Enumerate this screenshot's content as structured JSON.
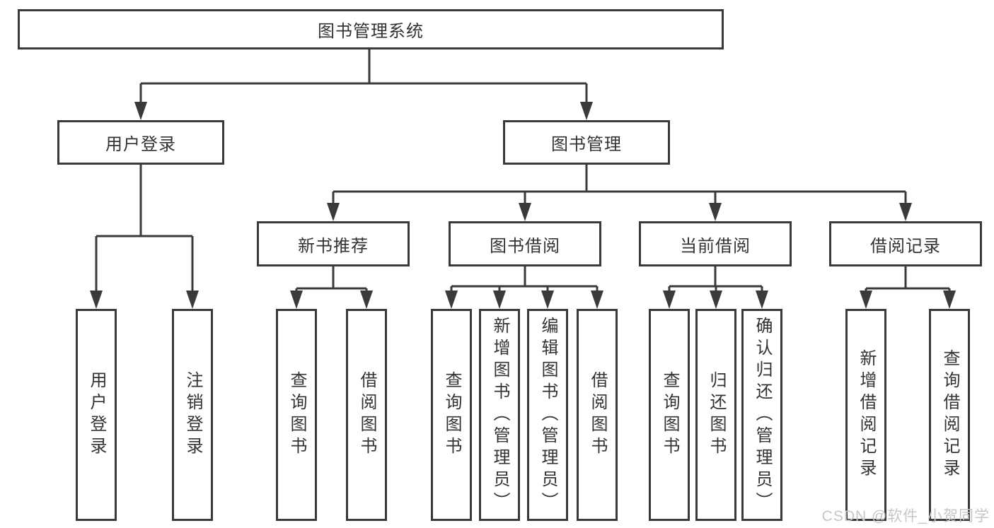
{
  "diagram": {
    "root": {
      "label": "图书管理系统"
    },
    "branches": [
      {
        "label": "用户登录",
        "children": [
          {
            "label": "用户登录"
          },
          {
            "label": "注销登录"
          }
        ]
      },
      {
        "label": "图书管理",
        "children": [
          {
            "label": "新书推荐",
            "children": [
              {
                "label": "查询图书"
              },
              {
                "label": "借阅图书"
              }
            ]
          },
          {
            "label": "图书借阅",
            "children": [
              {
                "label": "查询图书"
              },
              {
                "label": "新增图书（管理员）"
              },
              {
                "label": "编辑图书（管理员）"
              },
              {
                "label": "借阅图书"
              }
            ]
          },
          {
            "label": "当前借阅",
            "children": [
              {
                "label": "查询图书"
              },
              {
                "label": "归还图书"
              },
              {
                "label": "确认归还（管理员）"
              }
            ]
          },
          {
            "label": "借阅记录",
            "children": [
              {
                "label": "新增借阅记录"
              },
              {
                "label": "查询借阅记录"
              }
            ]
          }
        ]
      }
    ]
  },
  "watermark": {
    "text": "CSDN @软件_小贺同学"
  },
  "colors": {
    "line": "#3a3a3a",
    "box_border": "#3a3a3a",
    "box_fill": "#ffffff",
    "text": "#333333",
    "watermark": "#c6c6c6",
    "background": "#ffffff"
  }
}
